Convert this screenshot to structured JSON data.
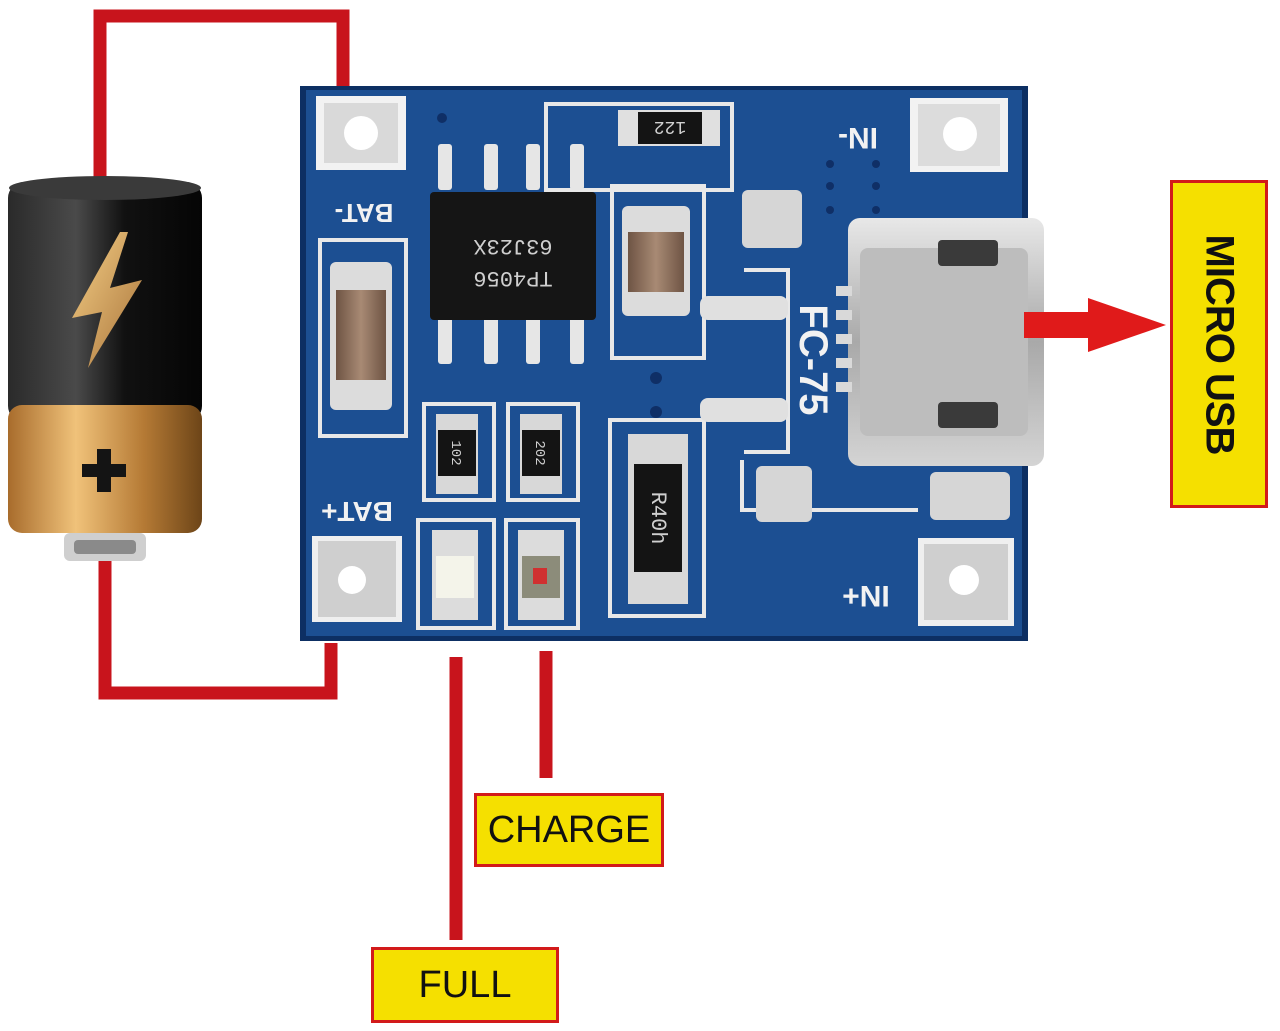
{
  "labels": {
    "micro_usb": "MICRO USB",
    "charge": "CHARGE",
    "full": "FULL"
  },
  "pcb_silkscreen": {
    "bat_minus": "BAT-",
    "bat_plus": "BAT+",
    "in_minus": "IN-",
    "in_plus": "IN+",
    "connector": "FC-75",
    "chip_line1": "TP4056",
    "chip_line2": "63J23X",
    "res_top": "122",
    "res_left": "102",
    "res_mid": "202",
    "res_sense": "R40h"
  },
  "colors": {
    "wire": "#c8141c",
    "label_fill": "#f5e000",
    "label_border": "#d21a1a",
    "pcb": "#1c4f92",
    "battery_top": "#151515",
    "battery_bottom": "#c48a3c"
  },
  "icons": [
    "lightning-bolt-icon",
    "plus-icon",
    "arrow-right-icon"
  ]
}
